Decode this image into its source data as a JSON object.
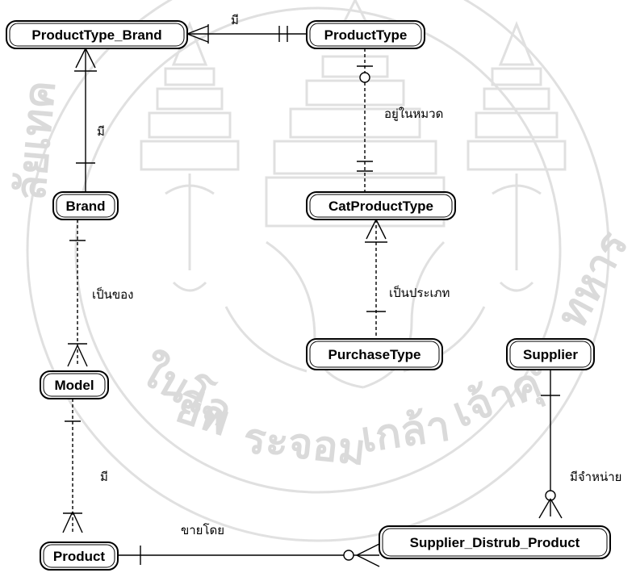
{
  "entities": {
    "product_type_brand": "ProductType_Brand",
    "product_type": "ProductType",
    "brand": "Brand",
    "cat_product_type": "CatProductType",
    "model": "Model",
    "purchase_type": "PurchaseType",
    "supplier": "Supplier",
    "product": "Product",
    "supplier_distrub_product": "Supplier_Distrub_Product"
  },
  "relationships": {
    "ptb_pt": "มี",
    "brand_ptb": "มี",
    "pt_cat": "อยู่ในหมวด",
    "cat_purchase": "เป็นประเภท",
    "brand_model": "เป็นของ",
    "model_product": "มี",
    "supplier_sdp": "มีจำหน่าย",
    "product_sdp": "ขายโดย"
  },
  "watermark": {
    "text": "ในโลยีพระจอมเกล้าเจ้าคุณทหาร"
  }
}
